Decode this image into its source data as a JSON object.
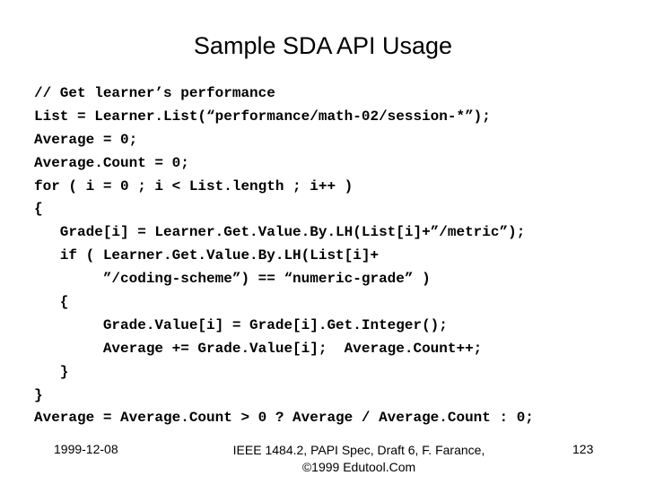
{
  "slide": {
    "title": "Sample SDA API Usage",
    "code_lines": [
      "// Get learner’s performance",
      "List = Learner.List(“performance/math-02/session-*”);",
      "Average = 0;",
      "Average.Count = 0;",
      "for ( i = 0 ; i < List.length ; i++ )",
      "{",
      "   Grade[i] = Learner.Get.Value.By.LH(List[i]+”/metric”);",
      "   if ( Learner.Get.Value.By.LH(List[i]+",
      "        ”/coding-scheme”) == “numeric-grade” )",
      "   {",
      "        Grade.Value[i] = Grade[i].Get.Integer();",
      "        Average += Grade.Value[i];  Average.Count++;",
      "   }",
      "}",
      "Average = Average.Count > 0 ? Average / Average.Count : 0;"
    ]
  },
  "footer": {
    "date": "1999-12-08",
    "source_line1": "IEEE 1484.2, PAPI Spec, Draft 6, F. Farance,",
    "source_line2": "©1999 Edutool.Com",
    "page_number": "123"
  }
}
